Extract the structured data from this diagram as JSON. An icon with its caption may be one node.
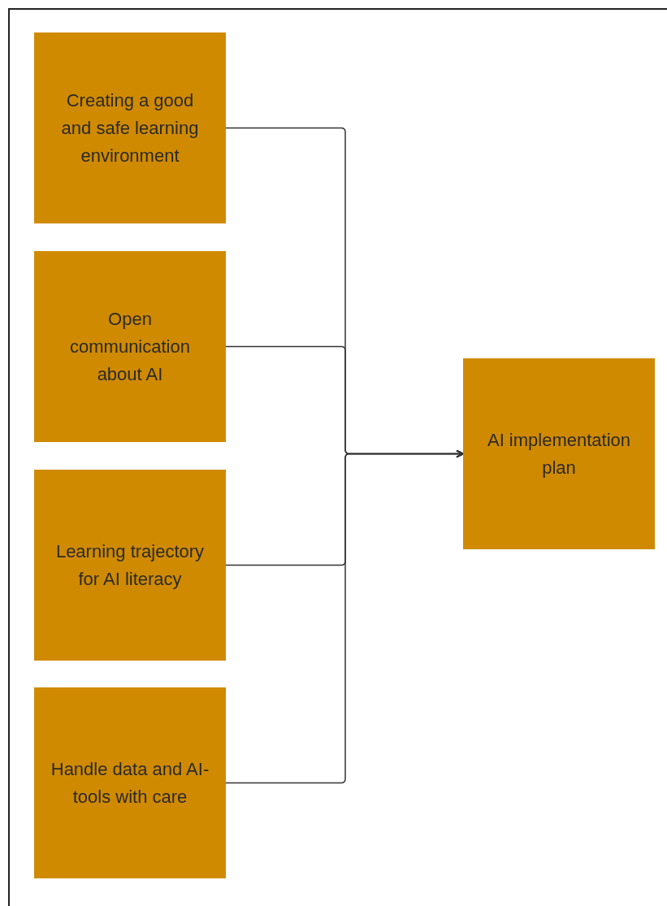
{
  "diagram": {
    "nodes": [
      {
        "text": [
          "Creating a good and safe learning environment"
        ]
      },
      {
        "text": [
          "Open communication about AI"
        ]
      },
      {
        "text": [
          "Learning trajectory for AI literacy"
        ]
      },
      {
        "text": [
          "Handle data and AI-tools with care"
        ]
      },
      {
        "text": [
          "AI implementation plan"
        ]
      }
    ],
    "edges": [
      {
        "from": 0,
        "to": 4,
        "arrow": "to"
      },
      {
        "from": 1,
        "to": 4,
        "arrow": "to"
      },
      {
        "from": 2,
        "to": 4,
        "arrow": "to"
      },
      {
        "from": 3,
        "to": 4,
        "arrow": "to"
      }
    ]
  }
}
